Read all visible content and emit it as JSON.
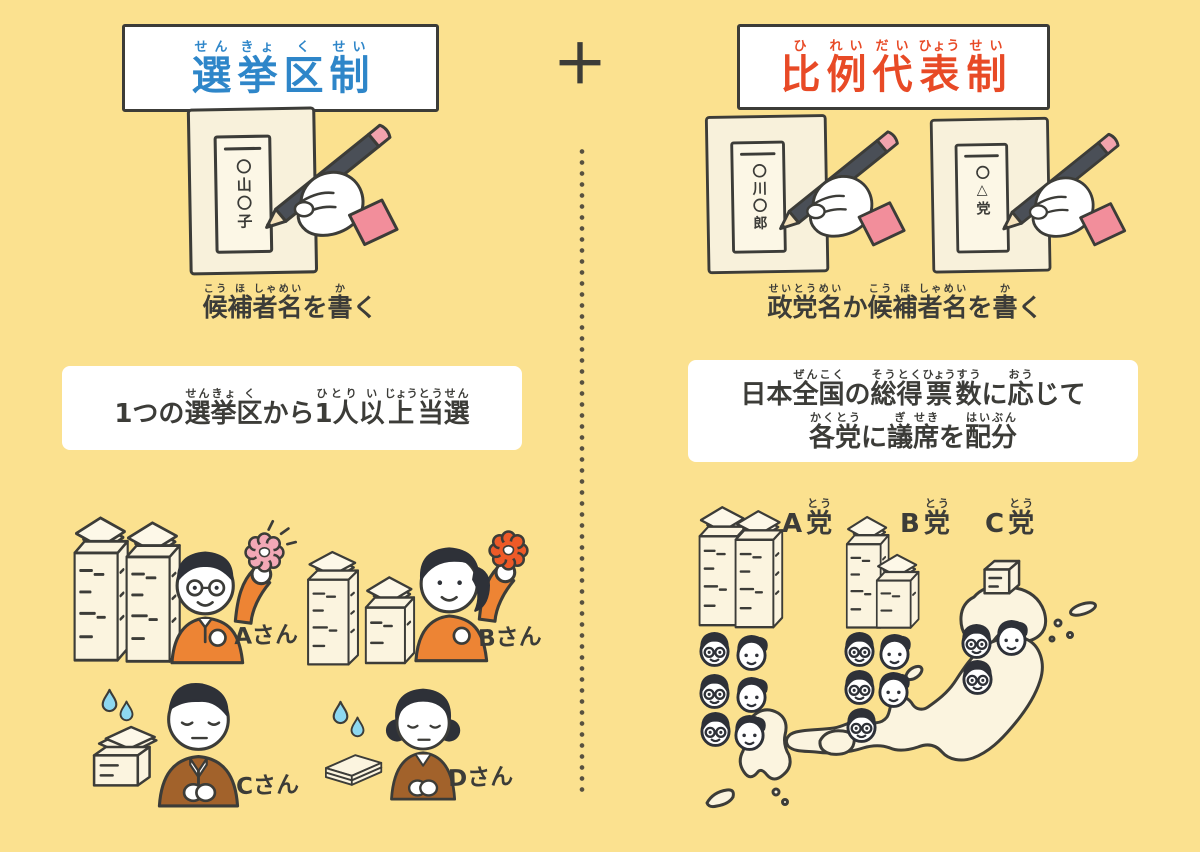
{
  "colors": {
    "background": "#FBE18F",
    "ink": "#3C3C38",
    "blue": "#2E86C9",
    "red": "#E84A26",
    "paper_cream": "#FBF4DF",
    "orange_clothes": "#ED8434",
    "brown_clothes": "#A2622B",
    "pink_sleeve": "#F28E9B",
    "pink_flower": "#F2A8B6",
    "orange_flower": "#EE5A28",
    "tear_blue": "#8ED8F0"
  },
  "header": {
    "plus": "＋",
    "left_title": {
      "text": "選挙区制",
      "reading": "せんきょくせい",
      "segments": [
        {
          "b": "選",
          "r": "せん"
        },
        {
          "b": "挙",
          "r": "きょ"
        },
        {
          "b": "区",
          "r": "く"
        },
        {
          "b": "制",
          "r": "せい"
        }
      ]
    },
    "right_title": {
      "text": "比例代表制",
      "reading": "ひれいだいひょうせい",
      "segments": [
        {
          "b": "比",
          "r": "ひ"
        },
        {
          "b": "例",
          "r": "れい"
        },
        {
          "b": "代",
          "r": "だい"
        },
        {
          "b": "表",
          "r": "ひょう"
        },
        {
          "b": "制",
          "r": "せい"
        }
      ]
    }
  },
  "left_panel": {
    "ballot_name": "〇山〇子",
    "caption": {
      "text": "候補者名を書く",
      "segments": [
        {
          "b": "候",
          "r": "こう"
        },
        {
          "b": "補",
          "r": "ほ"
        },
        {
          "b": "者",
          "r": "しゃ"
        },
        {
          "b": "名",
          "r": "めい"
        },
        {
          "b": "を"
        },
        {
          "b": "書",
          "r": "か"
        },
        {
          "b": "く"
        }
      ]
    },
    "rule_box": {
      "text": "1つの選挙区から1人以上当選",
      "segments": [
        {
          "b": "1つの"
        },
        {
          "b": "選",
          "r": "せん"
        },
        {
          "b": "挙",
          "r": "きょ"
        },
        {
          "b": "区",
          "r": "く"
        },
        {
          "b": "から"
        },
        {
          "b": "1人",
          "r": "ひとり"
        },
        {
          "b": "以",
          "r": "い"
        },
        {
          "b": "上",
          "r": "じょう"
        },
        {
          "b": "当",
          "r": "とう"
        },
        {
          "b": "選",
          "r": "せん"
        }
      ]
    },
    "winners": [
      {
        "label": "Aさん",
        "result": "win",
        "stacks": 2
      },
      {
        "label": "Bさん",
        "result": "win",
        "stacks": 2
      }
    ],
    "losers": [
      {
        "label": "Cさん",
        "result": "lose",
        "stacks": 1
      },
      {
        "label": "Dさん",
        "result": "lose",
        "stacks": 1
      }
    ]
  },
  "right_panel": {
    "ballot_names": [
      "〇川〇郎",
      "〇△党"
    ],
    "caption": {
      "text": "政党名か候補者名を書く",
      "segments": [
        {
          "b": "政",
          "r": "せい"
        },
        {
          "b": "党",
          "r": "とう"
        },
        {
          "b": "名",
          "r": "めい"
        },
        {
          "b": "か"
        },
        {
          "b": "候",
          "r": "こう"
        },
        {
          "b": "補",
          "r": "ほ"
        },
        {
          "b": "者",
          "r": "しゃ"
        },
        {
          "b": "名",
          "r": "めい"
        },
        {
          "b": "を"
        },
        {
          "b": "書",
          "r": "か"
        },
        {
          "b": "く"
        }
      ]
    },
    "rule_box": {
      "line1": {
        "text": "日本全国の総得票数に応じて",
        "segments": [
          {
            "b": "日本"
          },
          {
            "b": "全",
            "r": "ぜん"
          },
          {
            "b": "国",
            "r": "こく"
          },
          {
            "b": "の"
          },
          {
            "b": "総",
            "r": "そう"
          },
          {
            "b": "得",
            "r": "とく"
          },
          {
            "b": "票",
            "r": "ひょう"
          },
          {
            "b": "数",
            "r": "すう"
          },
          {
            "b": "に"
          },
          {
            "b": "応",
            "r": "おう"
          },
          {
            "b": "じて"
          }
        ]
      },
      "line2": {
        "text": "各党に議席を配分",
        "segments": [
          {
            "b": "各",
            "r": "かく"
          },
          {
            "b": "党",
            "r": "とう"
          },
          {
            "b": "に"
          },
          {
            "b": "議",
            "r": "ぎ"
          },
          {
            "b": "席",
            "r": "せき"
          },
          {
            "b": "を"
          },
          {
            "b": "配",
            "r": "はい"
          },
          {
            "b": "分",
            "r": "ぶん"
          }
        ]
      }
    },
    "parties": [
      {
        "name": "A党",
        "seats": 6,
        "segments": [
          {
            "b": "A"
          },
          {
            "b": "党",
            "r": "とう"
          }
        ]
      },
      {
        "name": "B党",
        "seats": 5,
        "segments": [
          {
            "b": "B"
          },
          {
            "b": "党",
            "r": "とう"
          }
        ]
      },
      {
        "name": "C党",
        "seats": 3,
        "segments": [
          {
            "b": "C"
          },
          {
            "b": "党",
            "r": "とう"
          }
        ]
      }
    ]
  }
}
